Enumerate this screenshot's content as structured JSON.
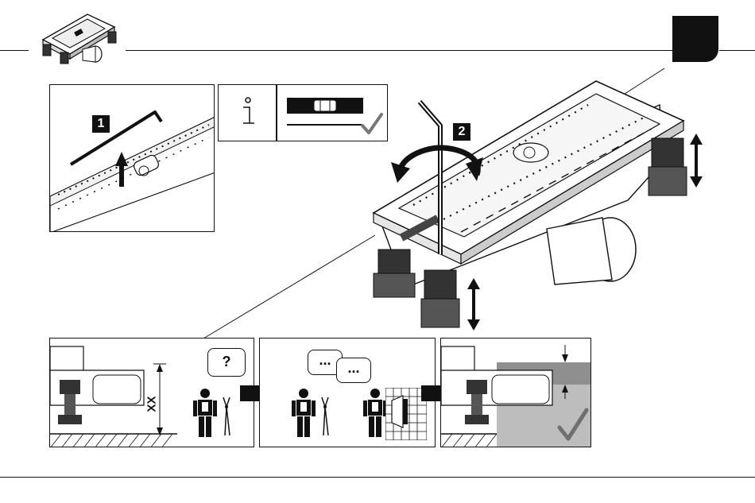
{
  "page": {
    "section_tab_color": "#111111",
    "accent": "#111111",
    "background": "#ffffff"
  },
  "header": {
    "thumbnail_icon": "drain-channel-thumbnail-icon"
  },
  "steps": {
    "step1_label": "1",
    "step2_label": "2"
  },
  "info_panel": {
    "info_glyph": "i",
    "info_icon": "info-icon",
    "level_icon": "spirit-level-icon",
    "check_icon": "checkmark-icon"
  },
  "bottom_panels": {
    "panel1": {
      "dimension_label": "XX",
      "bubble_text": "?",
      "person_icon": "installer-person-icon",
      "tool_icon": "pliers-icon"
    },
    "panel2": {
      "bubble1_text": "...",
      "bubble2_text": "...",
      "person1_icon": "installer-person-icon",
      "person2_icon": "tiler-person-icon",
      "tool_icon": "pliers-icon",
      "tile_icon": "tile-grid-icon"
    },
    "panel3": {
      "check_icon": "checkmark-icon",
      "height_arrow_icon": "height-adjust-arrow-icon"
    }
  },
  "arrows": {
    "flow_arrow_icon": "right-flow-arrow-icon"
  }
}
